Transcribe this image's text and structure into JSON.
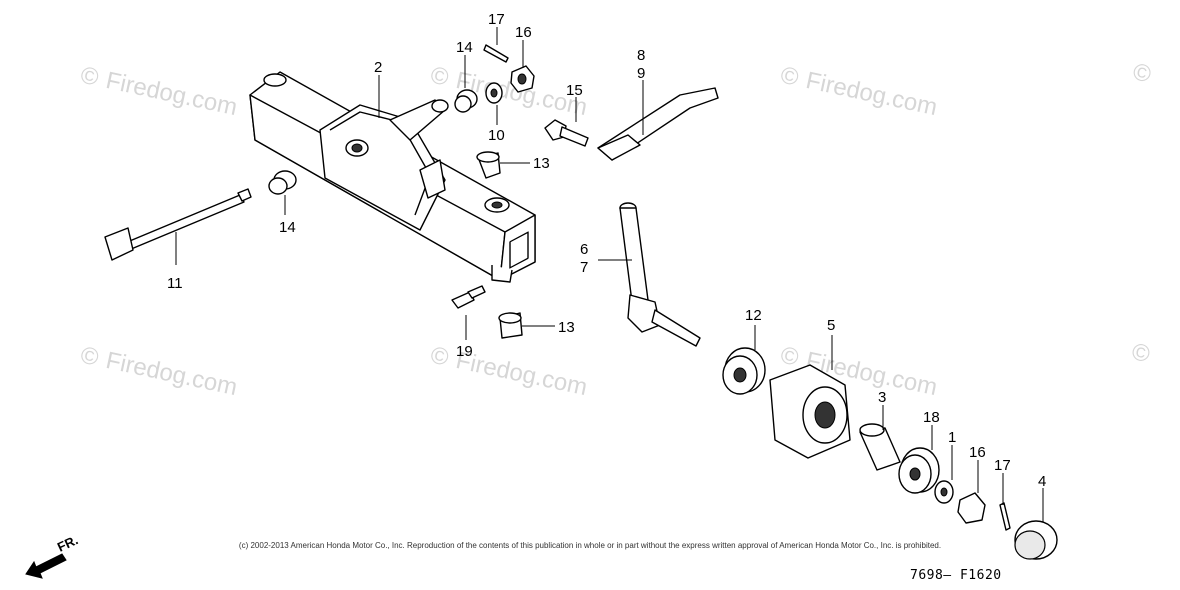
{
  "watermark": {
    "text": "Firedog.com",
    "copyright_symbol": "©",
    "color": "#d6d6d6"
  },
  "callouts": [
    {
      "id": "c-2",
      "label": "2"
    },
    {
      "id": "c-17a",
      "label": "17"
    },
    {
      "id": "c-16a",
      "label": "16"
    },
    {
      "id": "c-14a",
      "label": "14"
    },
    {
      "id": "c-10",
      "label": "10"
    },
    {
      "id": "c-13a",
      "label": "13"
    },
    {
      "id": "c-15",
      "label": "15"
    },
    {
      "id": "c-8",
      "label": "8"
    },
    {
      "id": "c-9",
      "label": "9"
    },
    {
      "id": "c-14b",
      "label": "14"
    },
    {
      "id": "c-11",
      "label": "11"
    },
    {
      "id": "c-6",
      "label": "6"
    },
    {
      "id": "c-7",
      "label": "7"
    },
    {
      "id": "c-19",
      "label": "19"
    },
    {
      "id": "c-13b",
      "label": "13"
    },
    {
      "id": "c-12",
      "label": "12"
    },
    {
      "id": "c-5",
      "label": "5"
    },
    {
      "id": "c-3",
      "label": "3"
    },
    {
      "id": "c-18",
      "label": "18"
    },
    {
      "id": "c-1",
      "label": "1"
    },
    {
      "id": "c-16b",
      "label": "16"
    },
    {
      "id": "c-17b",
      "label": "17"
    },
    {
      "id": "c-4",
      "label": "4"
    }
  ],
  "direction_label": "FR.",
  "copyright_notice": "(c) 2002-2013 American Honda Motor Co., Inc. Reproduction of the contents of this publication in whole or in part without the express written approval of American Honda Motor Co., Inc. is prohibited.",
  "diagram_number": "7698— F1620"
}
